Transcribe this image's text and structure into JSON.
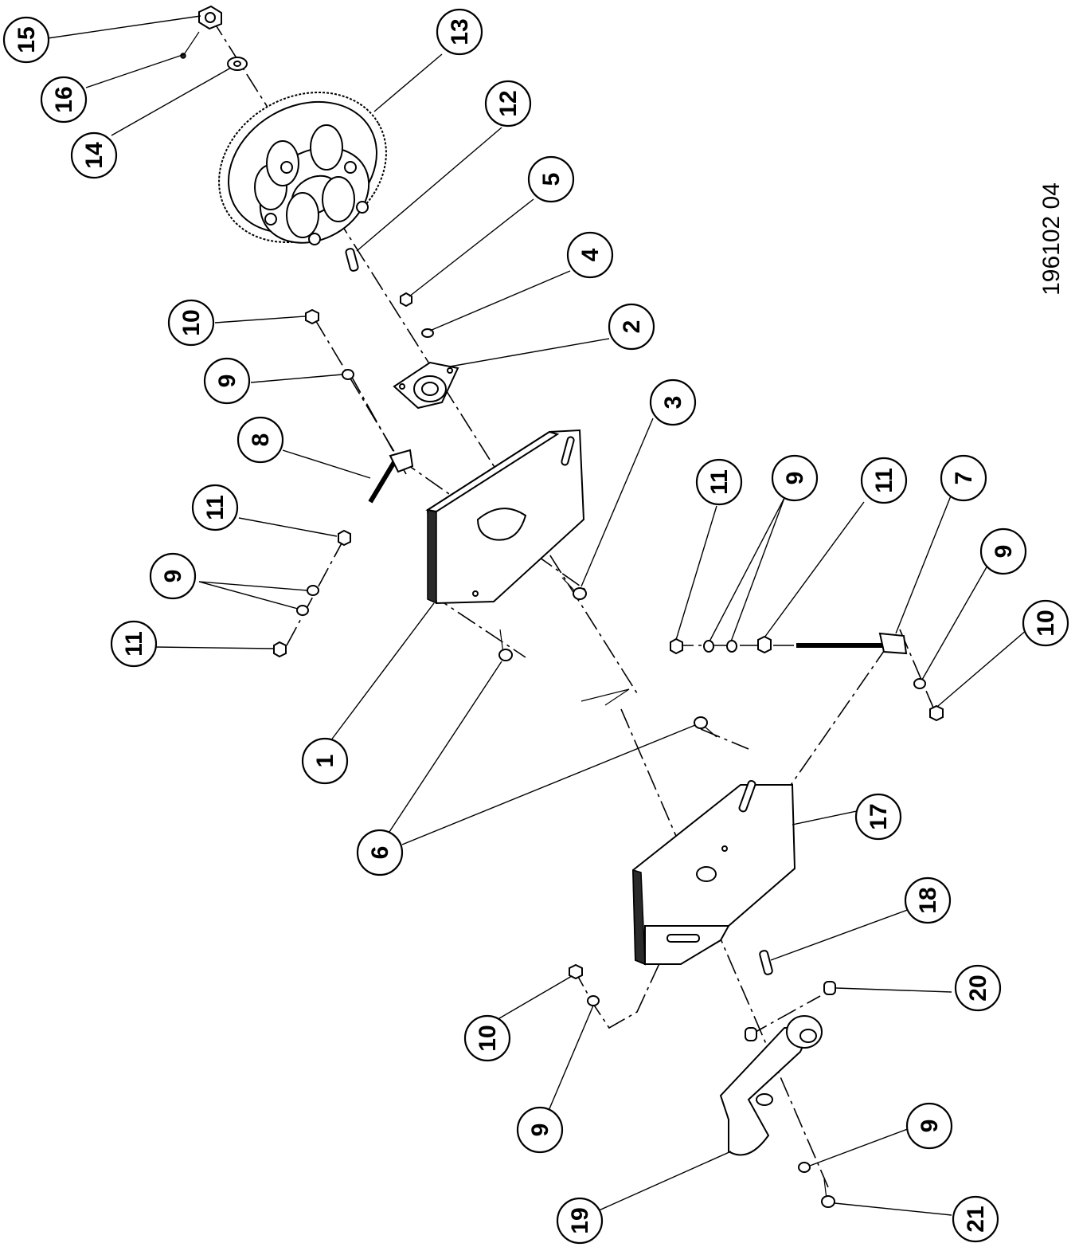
{
  "drawing": {
    "document_number": "196102 04"
  },
  "callouts": [
    {
      "id": "c15",
      "label": "15"
    },
    {
      "id": "c16",
      "label": "16"
    },
    {
      "id": "c14",
      "label": "14"
    },
    {
      "id": "c13",
      "label": "13"
    },
    {
      "id": "c12",
      "label": "12"
    },
    {
      "id": "c5",
      "label": "5"
    },
    {
      "id": "c4",
      "label": "4"
    },
    {
      "id": "c2",
      "label": "2"
    },
    {
      "id": "c10a",
      "label": "10"
    },
    {
      "id": "c9a",
      "label": "9"
    },
    {
      "id": "c8",
      "label": "8"
    },
    {
      "id": "c11a",
      "label": "11"
    },
    {
      "id": "c9b",
      "label": "9"
    },
    {
      "id": "c11b",
      "label": "11"
    },
    {
      "id": "c3",
      "label": "3"
    },
    {
      "id": "c1",
      "label": "1"
    },
    {
      "id": "c6",
      "label": "6"
    },
    {
      "id": "c11c",
      "label": "11"
    },
    {
      "id": "c9c",
      "label": "9"
    },
    {
      "id": "c11d",
      "label": "11"
    },
    {
      "id": "c7",
      "label": "7"
    },
    {
      "id": "c9d",
      "label": "9"
    },
    {
      "id": "c10b",
      "label": "10"
    },
    {
      "id": "c17",
      "label": "17"
    },
    {
      "id": "c18",
      "label": "18"
    },
    {
      "id": "c20",
      "label": "20"
    },
    {
      "id": "c10c",
      "label": "10"
    },
    {
      "id": "c9e",
      "label": "9"
    },
    {
      "id": "c9f",
      "label": "9"
    },
    {
      "id": "c19",
      "label": "19"
    },
    {
      "id": "c21",
      "label": "21"
    }
  ]
}
